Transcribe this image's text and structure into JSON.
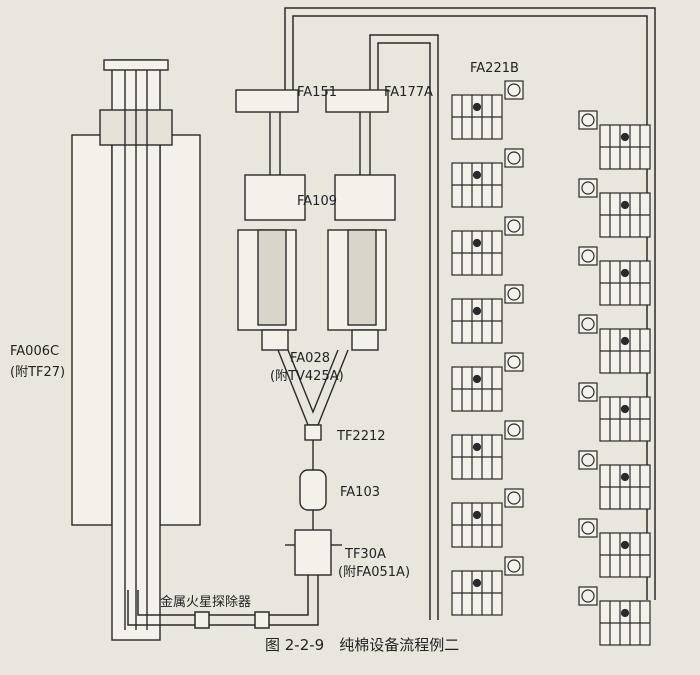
{
  "labels": {
    "fa006c": "FA006C",
    "fa006c_note": "(附TF27)",
    "fa151": "FA151",
    "fa177a": "FA177A",
    "fa221b": "FA221B",
    "fa109": "FA109",
    "fa028": "FA028",
    "fa028_note": "(附TV425A)",
    "tf2212": "TF2212",
    "fa103": "FA103",
    "tf30a": "TF30A",
    "tf30a_note": "(附FA051A)",
    "detector": "金属火星探除器"
  },
  "caption": "图 2-2-9　纯棉设备流程例二",
  "colors": {
    "ink": "#2a2a2a",
    "paper": "#e9e6de",
    "fill": "#f3f1ea"
  }
}
